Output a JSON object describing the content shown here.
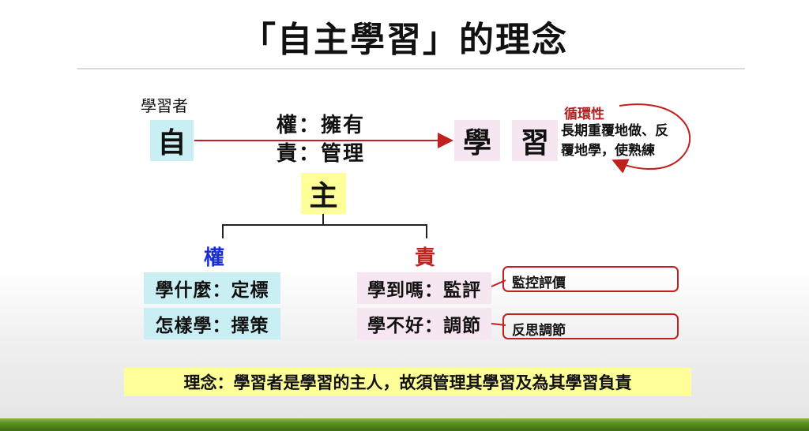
{
  "title": "「自主學習」的理念",
  "top": {
    "learner_label": "學習者",
    "zi": "自",
    "quan_you": "權：擁有",
    "ze_guanli": "責：管理",
    "xue": "學",
    "xi": "習",
    "cycle_label": "循環性",
    "cycle_text": "長期重覆地做、反覆地學，使熟練"
  },
  "zhu": "主",
  "branches": {
    "quan": {
      "heading": "權",
      "items": [
        "學什麼：定標",
        "怎樣學：擇策"
      ]
    },
    "ze": {
      "heading": "責",
      "items": [
        "學到嗎：監評",
        "學不好：調節"
      ],
      "callouts": [
        "監控評價",
        "反思調節"
      ]
    }
  },
  "concept": "理念：學習者是學習的主人，故須管理其學習及為其學習負責",
  "colors": {
    "arrow": "#c0201e",
    "quan": "#1a2fd0",
    "ze": "#c0201e",
    "cyan_box": "#c9eef3",
    "pink_box": "#f6e6f1",
    "yellow_box": "#ffff9a",
    "footer_band": "#5a8f1e"
  }
}
